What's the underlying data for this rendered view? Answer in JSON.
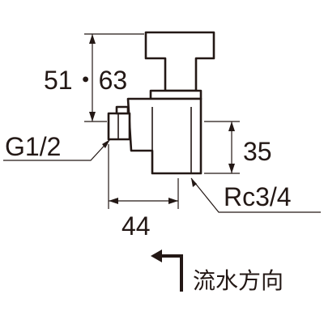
{
  "labels": {
    "height_total": "51・63",
    "inlet_thread": "G1/2",
    "outlet_height": "35",
    "outlet_thread": "Rc3/4",
    "width": "44",
    "flow_direction": "流水方向"
  },
  "colors": {
    "line": "#231815",
    "background": "#ffffff"
  },
  "icons": {
    "flow": "corner-arrow-icon"
  }
}
